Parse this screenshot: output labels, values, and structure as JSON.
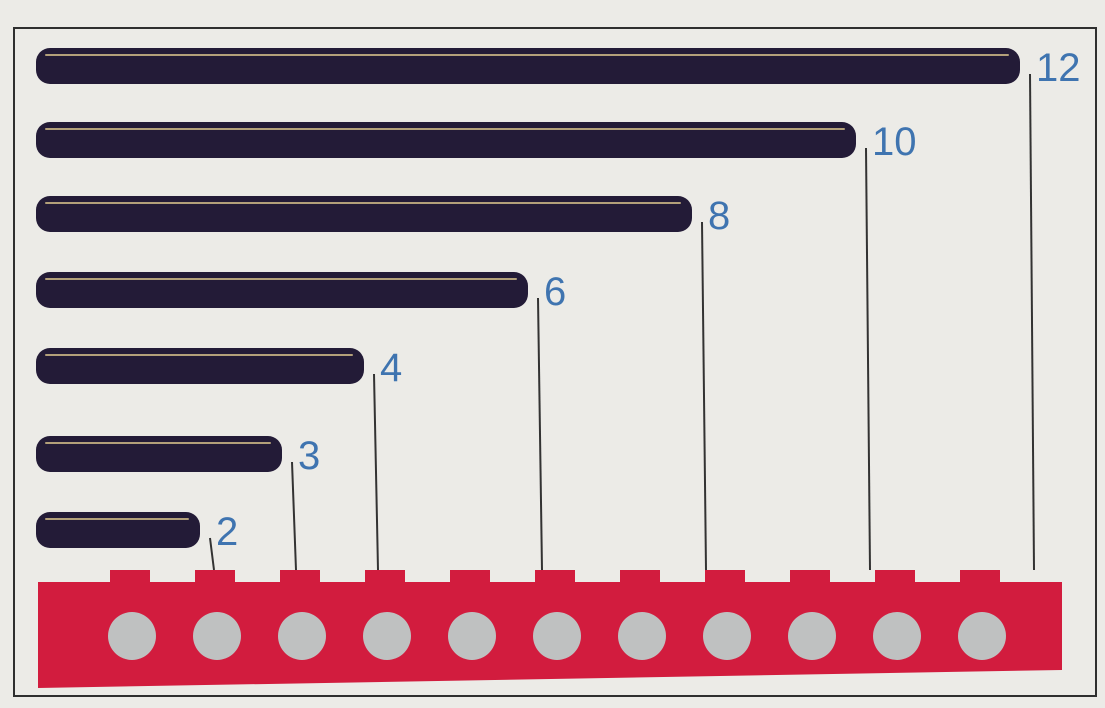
{
  "diagram": {
    "axles": [
      {
        "length": 2,
        "label": "2"
      },
      {
        "length": 3,
        "label": "3"
      },
      {
        "length": 4,
        "label": "4"
      },
      {
        "length": 6,
        "label": "6"
      },
      {
        "length": 8,
        "label": "8"
      },
      {
        "length": 10,
        "label": "10"
      },
      {
        "length": 12,
        "label": "12"
      }
    ],
    "beam_holes": 11,
    "colors": {
      "background": "#ecebe7",
      "frame": "#2f2f2f",
      "axle": "#231b37",
      "axle_highlight": "#b3a07a",
      "label": "#3f74b0",
      "beam": "#d21c3e",
      "hole": "#bfc1c1",
      "guide_line": "#333333"
    }
  }
}
